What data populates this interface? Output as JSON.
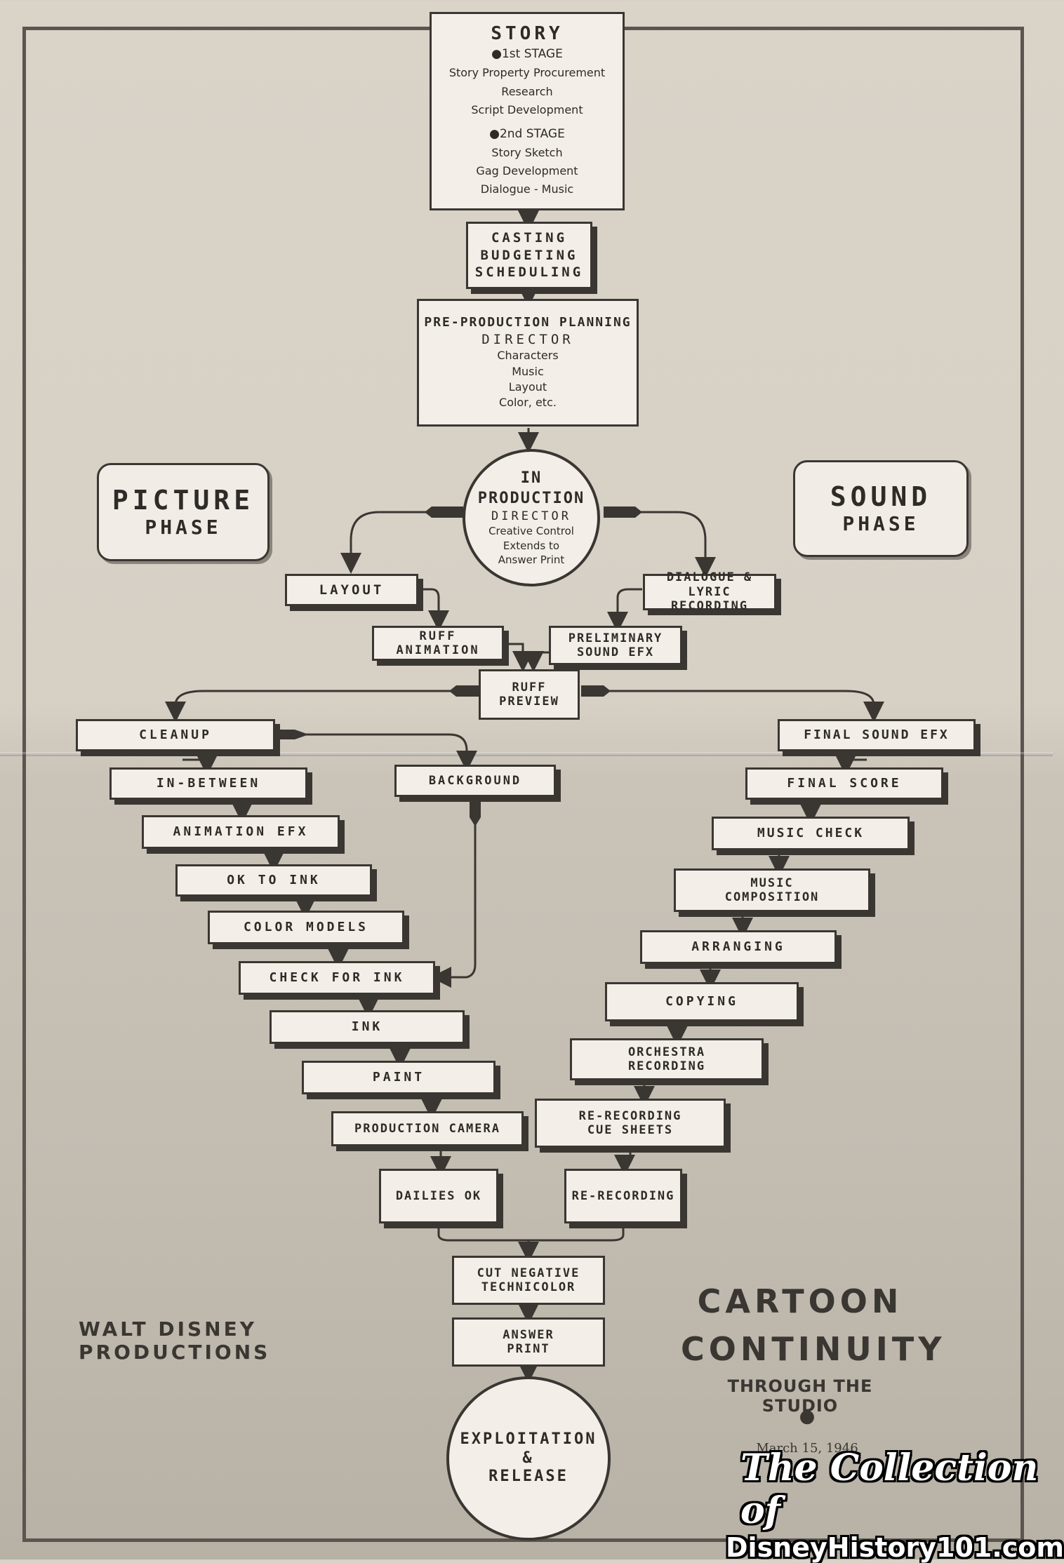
{
  "story": {
    "title": "STORY",
    "stage1": "●1st STAGE",
    "stage1_items": [
      "Story Property Procurement",
      "Research",
      "Script Development"
    ],
    "stage2": "●2nd STAGE",
    "stage2_items": [
      "Story Sketch",
      "Gag Development",
      "Dialogue - Music"
    ]
  },
  "casting": [
    "CASTING",
    "BUDGETING",
    "SCHEDULING"
  ],
  "preprod": {
    "title": "PRE-PRODUCTION PLANNING",
    "director": "DIRECTOR",
    "items": [
      "Characters",
      "Music",
      "Layout",
      "Color, etc."
    ]
  },
  "in_production": {
    "line1": "IN",
    "line2": "PRODUCTION",
    "director": "DIRECTOR",
    "items": [
      "Creative Control",
      "Extends to",
      "Answer Print"
    ]
  },
  "picture_phase": [
    "PICTURE",
    "PHASE"
  ],
  "sound_phase": [
    "SOUND",
    "PHASE"
  ],
  "picture_steps": {
    "layout": "LAYOUT",
    "ruff_animation": "RUFF ANIMATION",
    "cleanup": "CLEANUP",
    "in_between": "IN-BETWEEN",
    "animation_efx": "ANIMATION EFX",
    "ok_to_ink": "OK TO INK",
    "color_models": "COLOR MODELS",
    "check_for_ink": "CHECK FOR INK",
    "ink": "INK",
    "paint": "PAINT",
    "production_camera": "PRODUCTION CAMERA",
    "dailies_ok": "DAILIES OK",
    "background": "BACKGROUND"
  },
  "sound_steps": {
    "dialogue": [
      "DIALOGUE & LYRIC",
      "RECORDING"
    ],
    "prelim_sound": [
      "PRELIMINARY",
      "SOUND EFX"
    ],
    "final_sound_efx": "FINAL SOUND EFX",
    "final_score": "FINAL SCORE",
    "music_check": "MUSIC CHECK",
    "music_composition": [
      "MUSIC",
      "COMPOSITION"
    ],
    "arranging": "ARRANGING",
    "copying": "COPYING",
    "orchestra_recording": [
      "ORCHESTRA",
      "RECORDING"
    ],
    "rerecording_cue": [
      "RE-RECORDING",
      "CUE SHEETS"
    ],
    "rerecording": "RE-RECORDING"
  },
  "ruff_preview": [
    "RUFF",
    "PREVIEW"
  ],
  "cut_negative": [
    "CUT NEGATIVE",
    "TECHNICOLOR"
  ],
  "answer_print": [
    "ANSWER",
    "PRINT"
  ],
  "exploitation": [
    "EXPLOITATION",
    "&",
    "RELEASE"
  ],
  "footer": {
    "company": "WALT DISNEY PRODUCTIONS",
    "title1": "CARTOON",
    "title2": "CONTINUITY",
    "subtitle": "THROUGH THE STUDIO",
    "bullet": "●",
    "date": "March 15, 1946"
  },
  "watermark": [
    "The Collection of",
    "DisneyHistory101.com"
  ]
}
